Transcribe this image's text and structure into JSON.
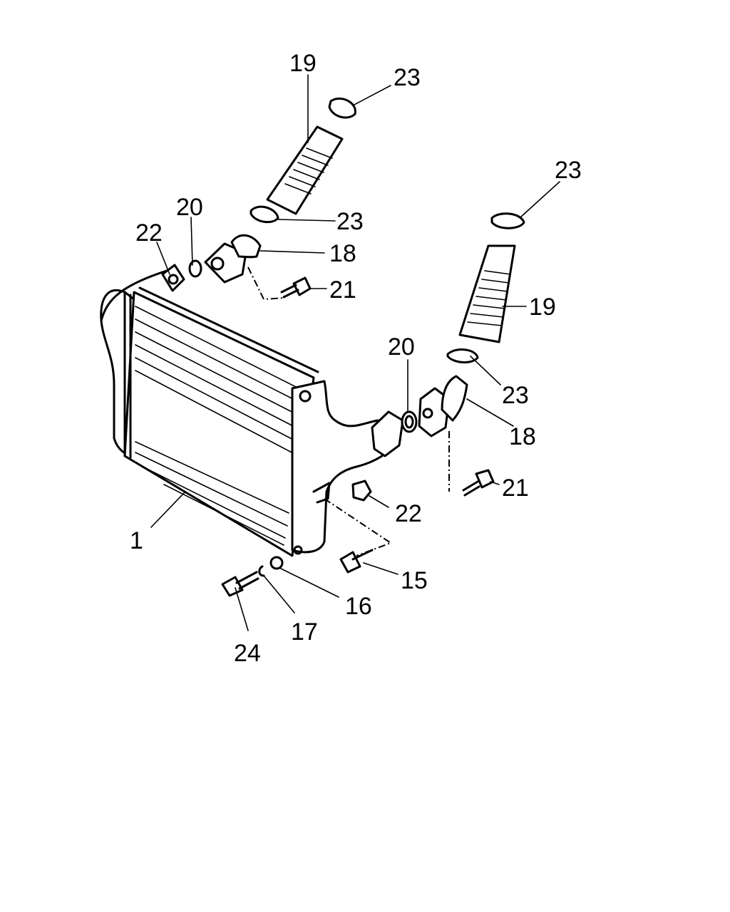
{
  "diagram": {
    "callouts": [
      {
        "id": "c1",
        "text": "1"
      },
      {
        "id": "c15",
        "text": "15"
      },
      {
        "id": "c16",
        "text": "16"
      },
      {
        "id": "c17",
        "text": "17"
      },
      {
        "id": "c18a",
        "text": "18"
      },
      {
        "id": "c18b",
        "text": "18"
      },
      {
        "id": "c19a",
        "text": "19"
      },
      {
        "id": "c19b",
        "text": "19"
      },
      {
        "id": "c20a",
        "text": "20"
      },
      {
        "id": "c20b",
        "text": "20"
      },
      {
        "id": "c21a",
        "text": "21"
      },
      {
        "id": "c21b",
        "text": "21"
      },
      {
        "id": "c22a",
        "text": "22"
      },
      {
        "id": "c22b",
        "text": "22"
      },
      {
        "id": "c23a",
        "text": "23"
      },
      {
        "id": "c23b",
        "text": "23"
      },
      {
        "id": "c23c",
        "text": "23"
      },
      {
        "id": "c23d",
        "text": "23"
      },
      {
        "id": "c24",
        "text": "24"
      }
    ]
  }
}
